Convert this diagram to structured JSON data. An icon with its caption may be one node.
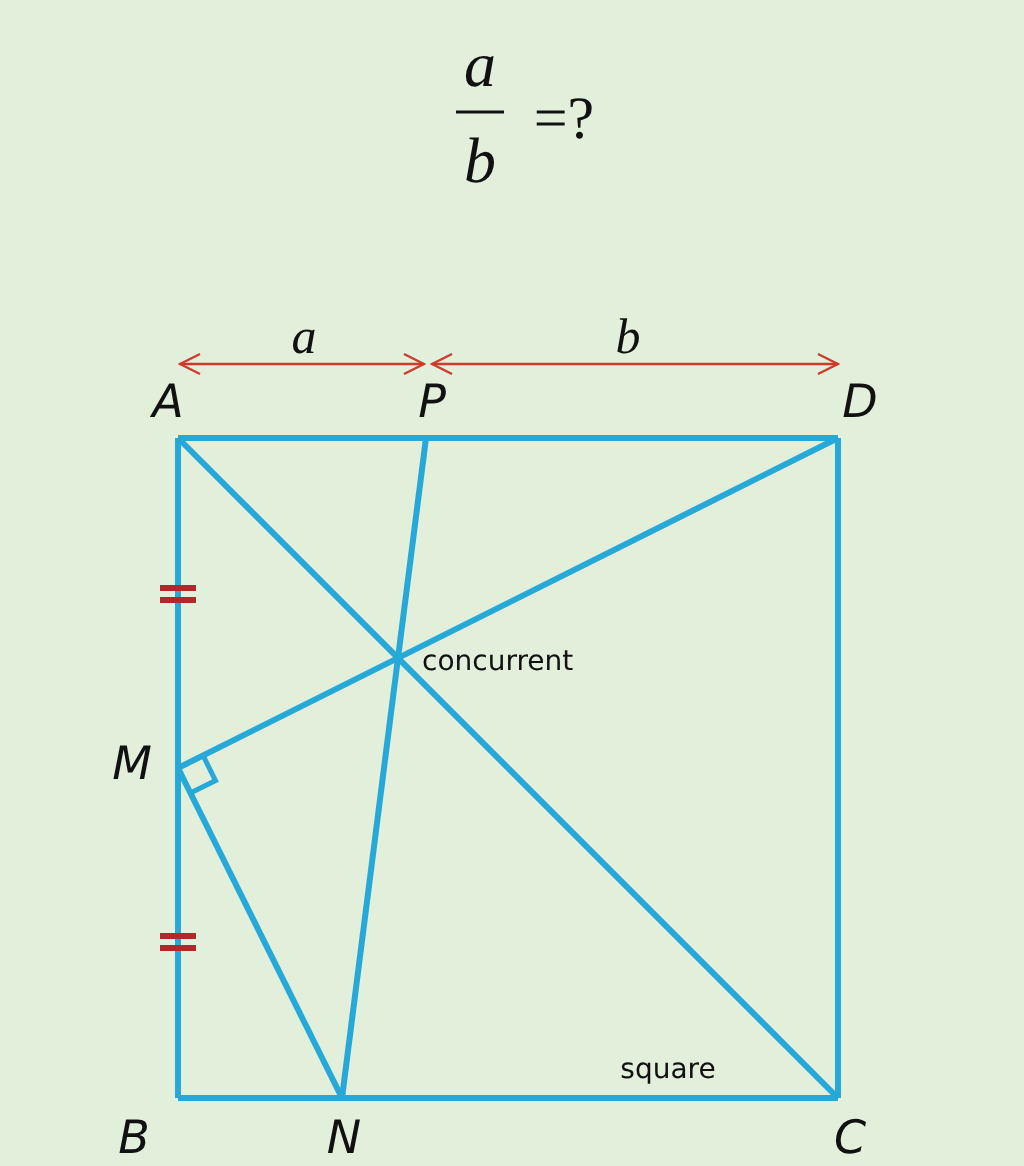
{
  "diagram": {
    "labels": [
      "a",
      "b",
      "=?",
      "a",
      "b",
      "A",
      "P",
      "D",
      "concurrent",
      "M",
      "B",
      "N",
      "square",
      "C"
    ]
  }
}
